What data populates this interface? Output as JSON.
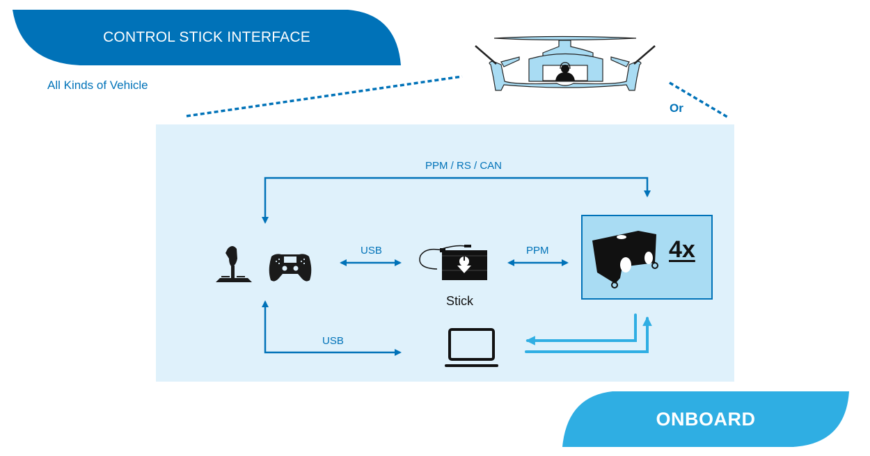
{
  "header": {
    "title": "CONTROL STICK INTERFACE",
    "subtitle": "All Kinds of Vehicle"
  },
  "vehicle": {
    "icon": "evtol-aircraft-icon",
    "or_label": "Or"
  },
  "diagram": {
    "connections": {
      "top_loop": "PPM / RS / CAN",
      "controller_to_stick": "USB",
      "stick_to_onboard": "PPM",
      "controller_to_laptop": "USB"
    },
    "nodes": {
      "controllers": [
        "joystick-icon",
        "gamepad-icon"
      ],
      "stick": {
        "icon": "stick-device-icon",
        "label": "Stick"
      },
      "onboard_unit": {
        "icon": "onboard-module-icon",
        "count": "4x"
      },
      "laptop": {
        "icon": "laptop-icon"
      }
    }
  },
  "footer": {
    "title": "ONBOARD"
  },
  "colors": {
    "primary": "#0072b8",
    "secondary": "#2faee3",
    "panel": "#dff1fb",
    "onboard_box": "#a9dcf3",
    "vehicle_fill": "#a9dcf3"
  }
}
